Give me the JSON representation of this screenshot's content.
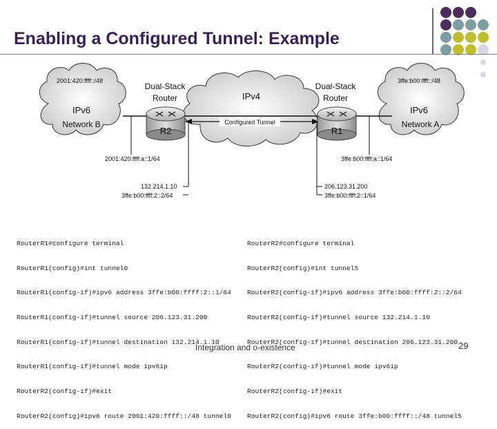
{
  "title": "Enabling a Configured Tunnel: Example",
  "diagram": {
    "network_b": {
      "line1": "IPv6",
      "line2": "Network B",
      "prefix": "2001:420:ffff::/48"
    },
    "network_a": {
      "line1": "IPv6",
      "line2": "Network A",
      "prefix": "3ffe:b00:ffff::/48"
    },
    "ipv4_cloud": "IPv4",
    "router_left": {
      "label1": "Dual-Stack",
      "label2": "Router",
      "name": "R2",
      "ipv6_addr": "2001:420:ffff:a::1/64",
      "ipv4_addr": "132.214.1.10",
      "tunnel_addr": "3ffe:b00:ffff:2::2/64"
    },
    "router_right": {
      "label1": "Dual-Stack",
      "label2": "Router",
      "name": "R1",
      "ipv6_addr": "3ffe:b00:ffff:a::1/64",
      "ipv4_addr": "206.123.31.200",
      "tunnel_addr": "3ffe:b00:ffff:2::1/64"
    },
    "tunnel_label": "Configured Tunnel"
  },
  "config_left": [
    "RouterR1#configure terminal",
    "RouterR1(config)#int tunnel0",
    "RouterR1(config-if)#ipv6 address 3ffe:b00:ffff:2::1/64",
    "RouterR1(config-if)#tunnel source 206.123.31.200",
    "RouterR1(config-if)#tunnel destination 132.214.1.10",
    "RouterR1(config-if)#tunnel mode ipv6ip",
    "RouterR2(config-if)#exit",
    "RouterR2(config)#ipv6 route 2001:420:ffff::/48 tunnel0"
  ],
  "config_right": [
    "RouterR2#configure terminal",
    "RouterR2(config)#int tunnel5",
    "RouterR2(config-if)#ipv6 address 3ffe:b00:ffff:2::2/64",
    "RouterR2(config-if)#tunnel source 132.214.1.10",
    "RouterR2(config-if)#tunnel destination 206.123.31.200",
    "RouterR2(config-if)#tunnel mode ipv6ip",
    "RouterR2(config-if)#exit",
    "RouterR2(config)#ipv6 route 3ffe:b00:ffff::/48 tunnel5"
  ],
  "footer": "Integration and o-existence",
  "page_number": "29",
  "colors": {
    "title": "#3a1f5c",
    "purple": "#4a2c5e",
    "teal": "#7d9ea3",
    "olive": "#bfbf2e",
    "lavender": "#d9d7e6"
  }
}
